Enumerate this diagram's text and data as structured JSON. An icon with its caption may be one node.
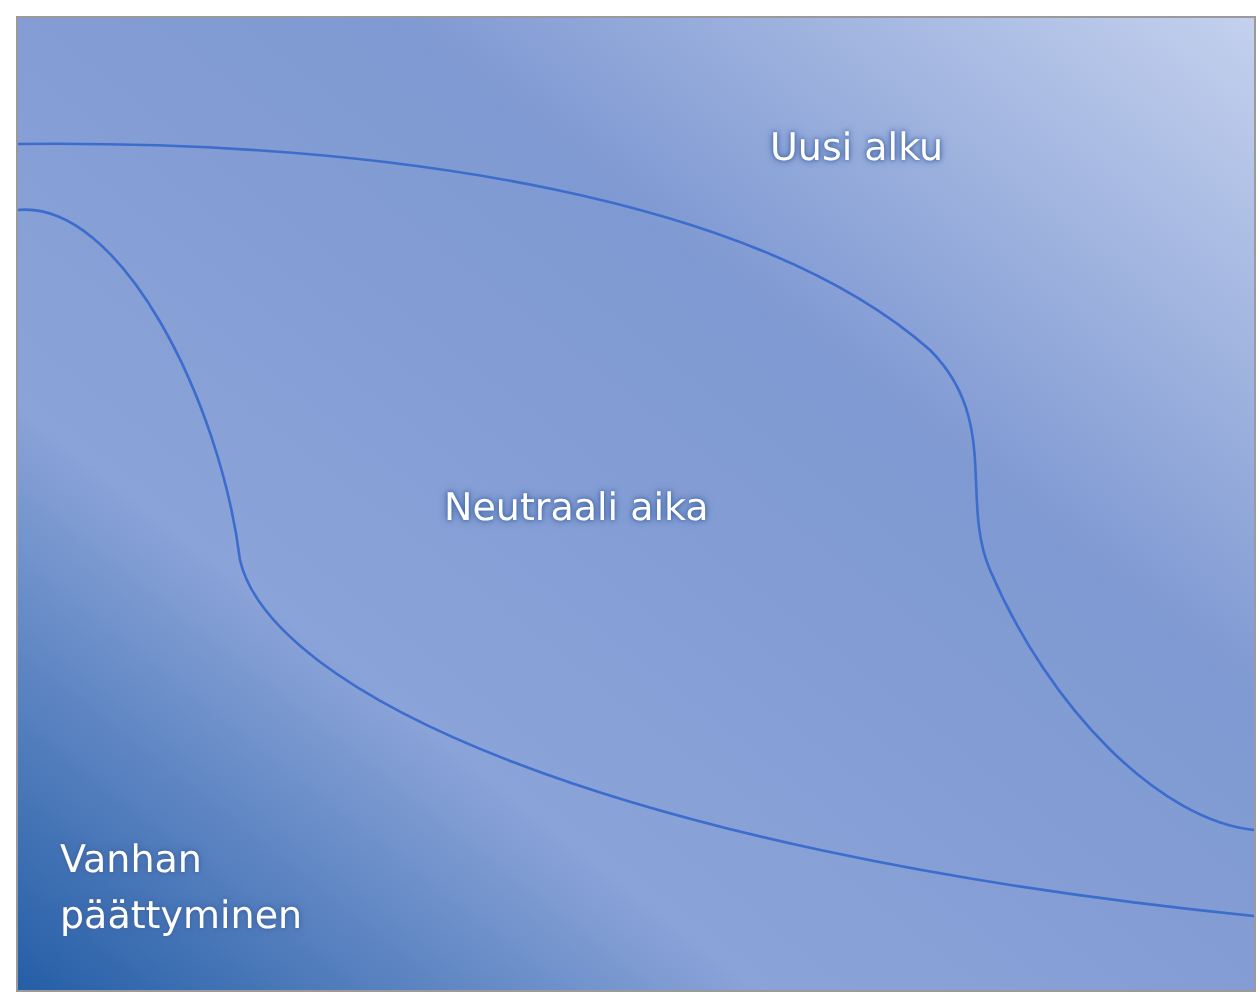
{
  "diagram": {
    "nodes": [
      {
        "text": [
          "Uusi alku"
        ]
      },
      {
        "text": [
          "Neutraali aika"
        ]
      },
      {
        "text": [
          "Vanhan päättyminen"
        ]
      }
    ]
  }
}
